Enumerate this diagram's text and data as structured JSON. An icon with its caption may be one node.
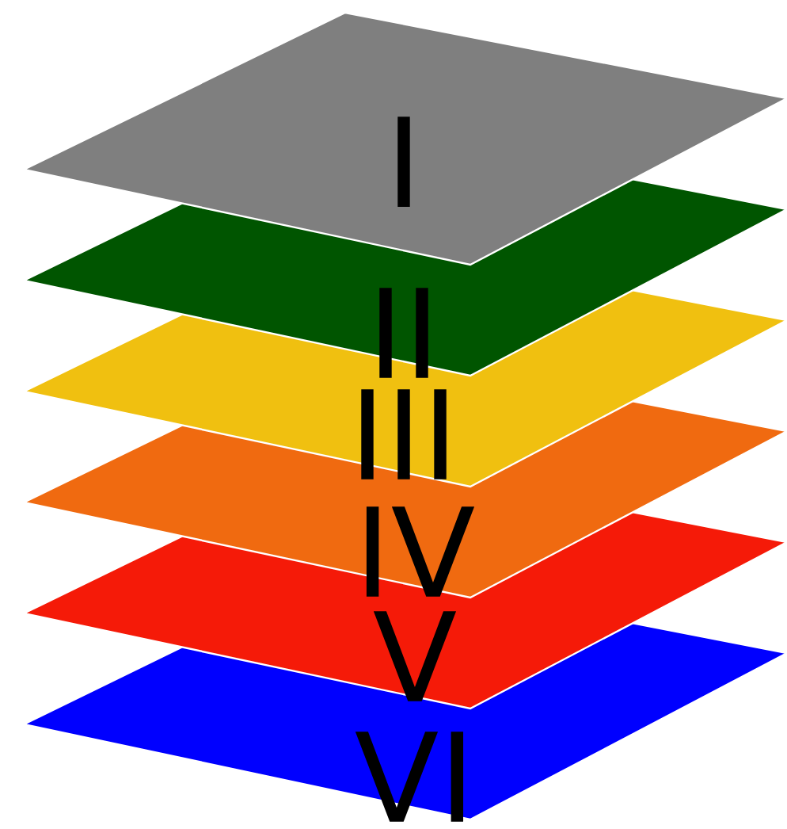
{
  "diagram": {
    "nodes": [
      {
        "text": [
          "I"
        ]
      },
      {
        "text": [
          "II"
        ]
      },
      {
        "text": [
          "III"
        ]
      },
      {
        "text": [
          "IV"
        ]
      },
      {
        "text": [
          "V"
        ]
      },
      {
        "text": [
          "VI"
        ]
      }
    ]
  }
}
